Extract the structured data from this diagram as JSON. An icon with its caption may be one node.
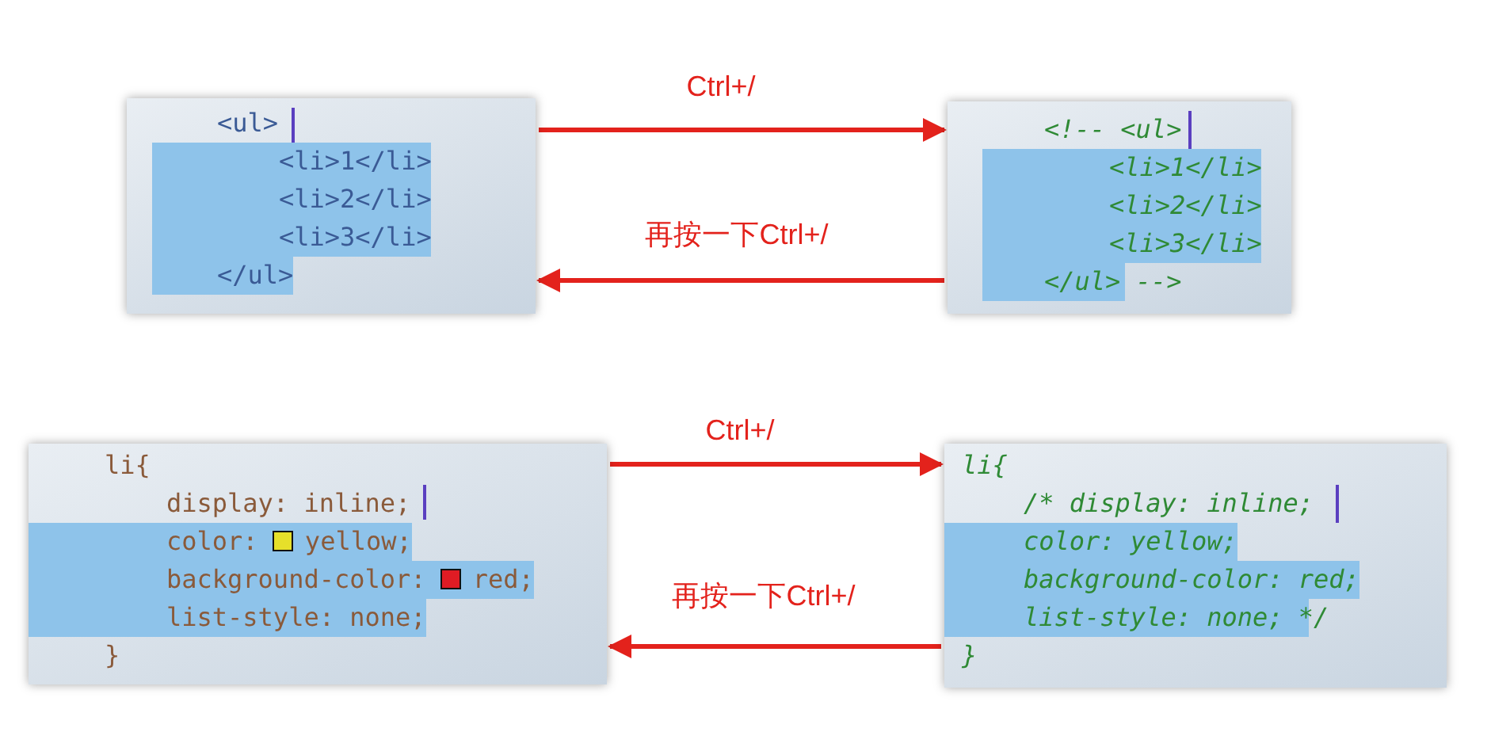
{
  "diagram": {
    "nodes": [
      {
        "text": [
          "<ul>",
          "<li>1</li>",
          "<li>2</li>",
          "<li>3</li>",
          "</ul>"
        ]
      },
      {
        "text": [
          "<!-- <ul>",
          "<li>1</li>",
          "<li>2</li>",
          "<li>3</li>",
          "</ul> -->"
        ]
      },
      {
        "text": [
          "li{",
          "display: inline;",
          "color: yellow;",
          "background-color: red;",
          "list-style: none;",
          "}"
        ]
      },
      {
        "text": [
          "li{",
          "/* display: inline;",
          "color: yellow;",
          "background-color: red;",
          "list-style: none; */",
          "}"
        ]
      }
    ],
    "edges": [
      {
        "from": 0,
        "to": 1,
        "arrow": "to",
        "label": "Ctrl+/"
      },
      {
        "from": 1,
        "to": 0,
        "arrow": "to",
        "label": "再按一下Ctrl+/"
      },
      {
        "from": 2,
        "to": 3,
        "arrow": "to",
        "label": "Ctrl+/"
      },
      {
        "from": 3,
        "to": 2,
        "arrow": "to",
        "label": "再按一下Ctrl+/"
      }
    ]
  }
}
